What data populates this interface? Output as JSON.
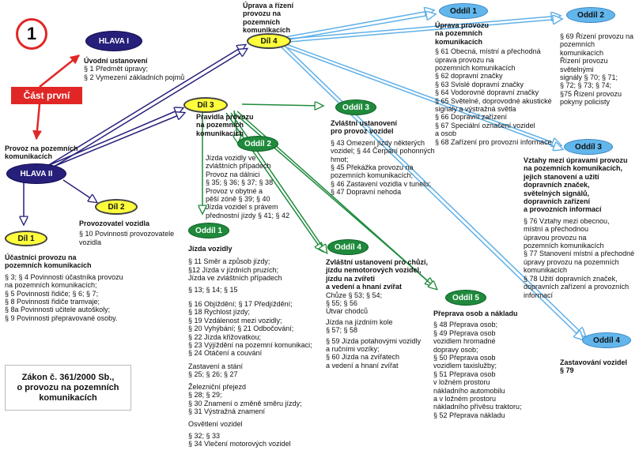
{
  "number": "1",
  "cast": "Část první",
  "law": [
    "Zákon č. 361/2000 Sb.,",
    "o provozu na pozemních",
    "komunikacích"
  ],
  "hlava1": {
    "node": "HLAVA I",
    "title": "Úvodní ustanovení",
    "lines": [
      "§ 1 Předmět úpravy;",
      "§ 2 Vymezení základních pojmů"
    ]
  },
  "hlava2": {
    "node": "HLAVA II",
    "title": [
      "Provoz na pozemních",
      "komunikacích"
    ]
  },
  "dil1": {
    "node": "Díl 1",
    "title": [
      "Účastníci provozu na",
      "pozemních komunikacích"
    ],
    "lines": [
      "§ 3; § 4 Povinnosti účastníka provozu",
      "na pozemních komunikacích;",
      "§ 5 Povinnosti řidiče; § 6; § 7;",
      "§ 8 Povinnosti řidiče tramvaje;",
      "§ 8a Povinnosti učitele autoškoly;",
      "§ 9 Povinnosti přepravované osoby."
    ]
  },
  "dil2": {
    "node": "Díl 2",
    "title": "Provozovatel vozidla",
    "lines": [
      "§ 10 Povinnosti provozovatele",
      "vozidla"
    ]
  },
  "dil3": {
    "node": "Díl 3",
    "title": [
      "Pravidla provozu",
      "na pozemních",
      "komunikacích"
    ]
  },
  "dil4": {
    "node": "Díl 4",
    "title": [
      "Úprava a řízení",
      "provozu na",
      "pozemních",
      "komunikacích"
    ]
  },
  "d3o1": {
    "node": "Oddíl 1",
    "title": "Jízda vozidly",
    "lines": [
      "§ 11 Směr a způsob jízdy;",
      "§12 Jízda v jízdních pruzích;",
      "Jízda ve zvláštních případech",
      "",
      "§ 13; § 14; § 15",
      "",
      "§ 16 Objíždění; § 17 Předjíždění;",
      "§ 18 Rychlost jízdy;",
      "§ 19 Vzdálenost mezi vozidly;",
      "§ 20 Vyhýbání; § 21 Odbočování;",
      "§ 22 Jízda křižovatkou;",
      "§ 23 Výjíždění na pozemní komunikaci;",
      "§ 24 Otáčení a couvání",
      "",
      "Zastavení a stání",
      "§ 25; § 26; § 27",
      "",
      "Železniční přejezd",
      "§ 28; § 29;",
      "§ 30 Znamení o změně směru jízdy;",
      "§ 31 Výstražná znamení",
      "",
      "Osvětlení vozidel",
      "",
      "§ 32; § 33",
      "§ 34 Vlečení motorových vozidel"
    ]
  },
  "d3o2": {
    "node": "Oddíl 2",
    "lines": [
      "Jízda vozidly ve",
      "zvláštních případech",
      "Provoz na dálnici",
      "§ 35; § 36; § 37; § 38",
      "Provoz v obytné a",
      "pěší zóně § 39; § 40",
      "Jízda vozidel s právem",
      "přednostní jízdy § 41; § 42"
    ]
  },
  "d3o3": {
    "node": "Oddíl 3",
    "title": [
      "Zvláštní ustanovení",
      "pro provoz vozidel"
    ],
    "lines": [
      "§ 43 Omezení jízdy některých",
      "vozidel; § 44 Čerpání pohonných",
      "hmot;",
      "§ 45 Překážka provozu na",
      "pozemních komunikacích;",
      "§ 46 Zastavení vozidla v tunelu;",
      "§ 47 Dopravní nehoda"
    ]
  },
  "d3o4": {
    "node": "Oddíl 4",
    "title": [
      "Zvláštní ustanovení pro chůzi,",
      "jízdu nemotorových vozidel,",
      "jízdu na zvířeti",
      "a vedení a hnaní zvířat"
    ],
    "lines": [
      "Chůze § 53; § 54;",
      "§ 55; § 56",
      "Útvar chodců",
      "Jízda na jízdním kole",
      "§ 57; § 58",
      "§ 59 Jízda potahovými vozidly",
      "a ručními vozíky;",
      "§ 60 Jízda na zvířatech",
      "a vedení a hnaní zvířat"
    ]
  },
  "d3o5": {
    "node": "Oddíl 5",
    "title": "Přeprava osob a nákladu",
    "lines": [
      "§ 48 Přeprava osob;",
      "§ 49 Přeprava osob",
      "vozidlem hromadné",
      "dopravy osob;",
      "§ 50 Přeprava osob",
      "vozidlem taxislužby;",
      "§ 51 Přeprava osob",
      "v ložném prostoru",
      "nákladního automobilu",
      "a v ložném prostoru",
      "nákladního přívěsu traktoru;",
      "§ 52 Přeprava nákladu"
    ]
  },
  "d4o1": {
    "node": "Oddíl 1",
    "title": [
      "Úprava provozu",
      "na pozemních",
      "komunikacích"
    ],
    "lines": [
      "§ 61 Obecná, místní a přechodná",
      "úprava provozu na",
      "pozemních komunikacích",
      "§ 62 dopravní značky",
      "§ 63 Svislé dopravní značky",
      "§ 64 Vodorovné dopravní značky",
      "§ 65 Světelné, doprovodné akustické",
      "signály a výstražná světla",
      "§ 66 Dopravní zařízení",
      "§ 67 Speciální označení vozidel",
      "a osob",
      "§ 68 Zařízení pro provozní informace"
    ]
  },
  "d4o2": {
    "node": "Oddíl 2",
    "lines": [
      "§ 69 Řízení provozu na",
      "pozemních",
      "komunikacích",
      "Řízení provozu",
      "světelnými",
      "signály § 70; § 71;",
      "§ 72; § 73; § 74;",
      "§75 Řízení provozu",
      "pokyny policisty"
    ]
  },
  "d4o3": {
    "node": "Oddíl 3",
    "title": [
      "Vztahy mezi úpravami provozu",
      "na pozemních komunikacích,",
      "jejich stanovení a užití",
      "dopravních značek,",
      "světelných signálů,",
      "dopravních zařízení",
      "a provozních informací"
    ],
    "lines": [
      "§ 76 Vztahy mezi obecnou,",
      "místní a přechodnou",
      "úpravou provozu na",
      "pozemních komunikacích",
      "§ 77 Stanovení místní a přechodné",
      "úpravy provozu na pozemních",
      "komunikacích",
      "§ 78 Užití dopravních značek,",
      "dopravních zařízení a provozních",
      "informací"
    ]
  },
  "d4o4": {
    "node": "Oddíl 4",
    "title": [
      "Zastavování vozidel",
      "§ 79"
    ]
  }
}
